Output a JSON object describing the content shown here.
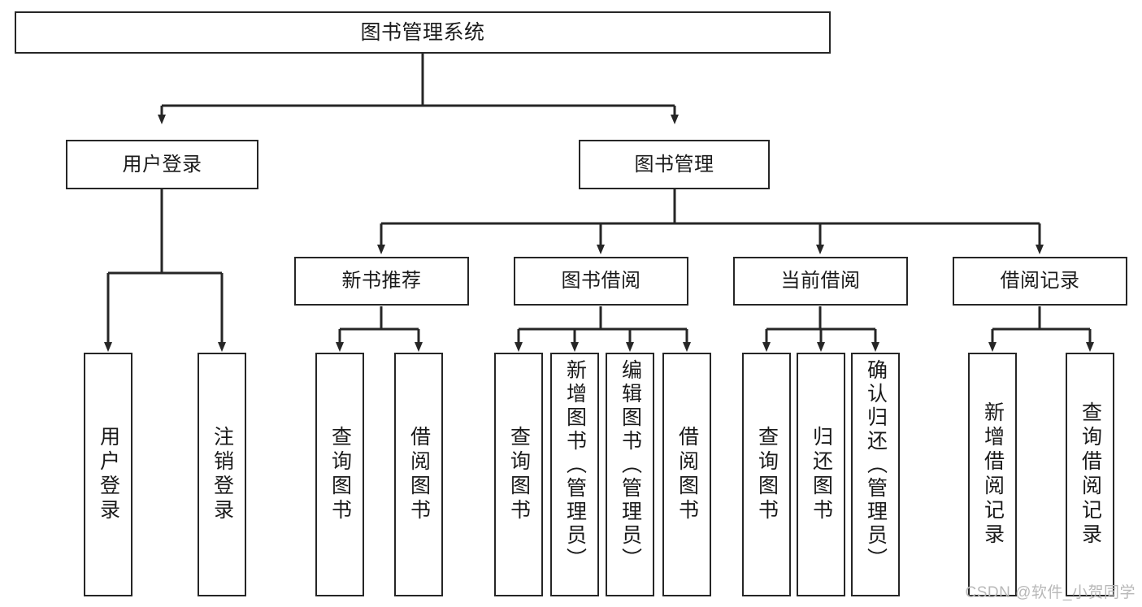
{
  "diagram": {
    "type": "tree",
    "title": "图书管理系统",
    "root": {
      "label": "图书管理系统"
    },
    "level2": [
      {
        "label": "用户登录"
      },
      {
        "label": "图书管理"
      }
    ],
    "level3": [
      {
        "label": "新书推荐"
      },
      {
        "label": "图书借阅"
      },
      {
        "label": "当前借阅"
      },
      {
        "label": "借阅记录"
      }
    ],
    "leaves": {
      "user_login": [
        {
          "label": "用户登录"
        },
        {
          "label": "注销登录"
        }
      ],
      "new_book_recommend": [
        {
          "label": "查询图书"
        },
        {
          "label": "借阅图书"
        }
      ],
      "book_borrow": [
        {
          "label": "查询图书"
        },
        {
          "label": "新增图书（管理员）"
        },
        {
          "label": "编辑图书（管理员）"
        },
        {
          "label": "借阅图书"
        }
      ],
      "current_borrow": [
        {
          "label": "查询图书"
        },
        {
          "label": "归还图书"
        },
        {
          "label": "确认归还（管理员）"
        }
      ],
      "borrow_record": [
        {
          "label": "新增借阅记录"
        },
        {
          "label": "查询借阅记录"
        }
      ]
    }
  },
  "watermark": {
    "text": "CSDN @软件_小贺同学"
  },
  "colors": {
    "stroke": "#262626",
    "box_fill": "#ffffff",
    "text": "#1a1a1a",
    "watermark": "#b8b8b8"
  }
}
